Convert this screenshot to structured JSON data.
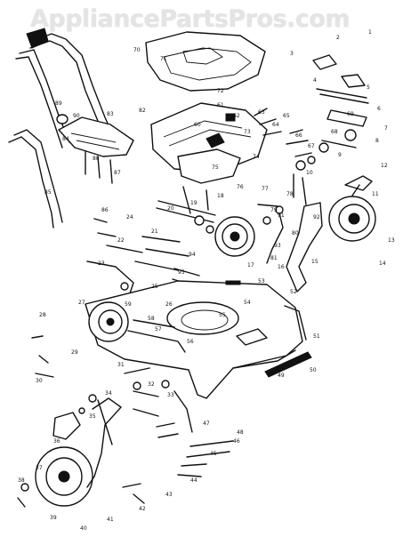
{
  "watermark": "AppliancePartsPros.com",
  "callouts": [
    "1",
    "2",
    "3",
    "4",
    "5",
    "6",
    "7",
    "8",
    "9",
    "10",
    "11",
    "12",
    "13",
    "14",
    "15",
    "16",
    "17",
    "18",
    "19",
    "20",
    "21",
    "22",
    "23",
    "24",
    "25",
    "26",
    "27",
    "28",
    "29",
    "30",
    "31",
    "32",
    "33",
    "34",
    "35",
    "36",
    "37",
    "38",
    "39",
    "40",
    "41",
    "42",
    "43",
    "44",
    "45",
    "46",
    "47",
    "48",
    "49",
    "50",
    "51",
    "52",
    "53",
    "54",
    "55",
    "56",
    "57",
    "58",
    "59",
    "60",
    "61",
    "62",
    "63",
    "64",
    "65",
    "66",
    "67",
    "68",
    "69",
    "70",
    "71",
    "72",
    "73",
    "74",
    "75",
    "76",
    "77",
    "78",
    "79",
    "80",
    "81",
    "82",
    "83",
    "84",
    "85",
    "86",
    "87",
    "88",
    "89",
    "90",
    "91",
    "92",
    "93",
    "94",
    "95"
  ]
}
